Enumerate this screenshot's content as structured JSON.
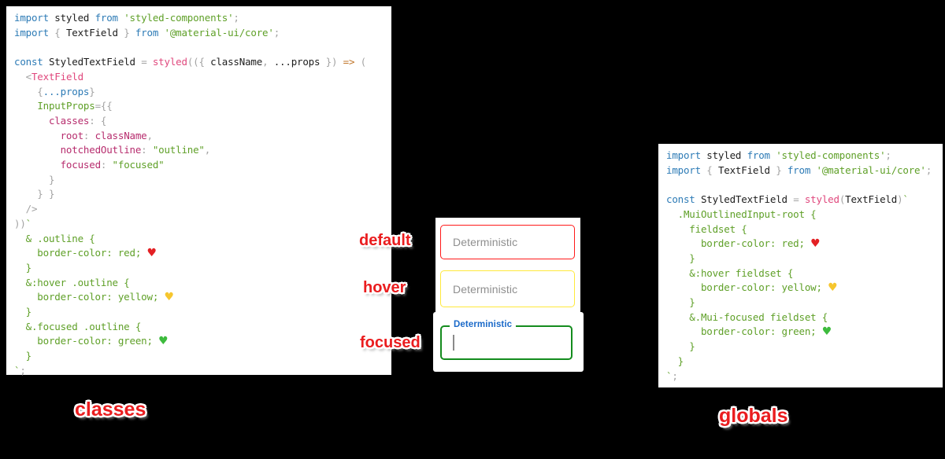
{
  "page": {
    "background": "#000000"
  },
  "theme": {
    "keyword_blue": "#2d7bb6",
    "string_green": "#5fa028",
    "call_pink": "#e0487d",
    "property_magenta": "#b72d6e",
    "punctuation_gray": "#a3a3a3",
    "arrow_orange": "#c0762b",
    "heart_red": "#e32024",
    "heart_yellow": "#f6c62e",
    "heart_green": "#3dbb3d"
  },
  "icons": {
    "heart": "♥"
  },
  "panels": {
    "left_code": {
      "lines": [
        [
          [
            "k",
            "import "
          ],
          [
            "d",
            "styled "
          ],
          [
            "k",
            "from "
          ],
          [
            "s",
            "'styled-components'"
          ],
          [
            "g",
            ";"
          ]
        ],
        [
          [
            "k",
            "import "
          ],
          [
            "g",
            "{ "
          ],
          [
            "d",
            "TextField"
          ],
          [
            "g",
            " } "
          ],
          [
            "k",
            "from "
          ],
          [
            "s",
            "'@material-ui/core'"
          ],
          [
            "g",
            ";"
          ]
        ],
        [],
        [
          [
            "k",
            "const "
          ],
          [
            "d",
            "StyledTextField "
          ],
          [
            "g",
            "= "
          ],
          [
            "pk",
            "styled"
          ],
          [
            "g",
            "(({ "
          ],
          [
            "d",
            "className"
          ],
          [
            "g",
            ", "
          ],
          [
            "d",
            "...props"
          ],
          [
            "g",
            " }) "
          ],
          [
            "o",
            "=> "
          ],
          [
            "g",
            "("
          ]
        ],
        [
          [
            "g",
            "  <"
          ],
          [
            "pk",
            "TextField"
          ]
        ],
        [
          [
            "g",
            "    {"
          ],
          [
            "k",
            "...props"
          ],
          [
            "g",
            "}"
          ]
        ],
        [
          [
            "g",
            "    "
          ],
          [
            "s",
            "InputProps"
          ],
          [
            "g",
            "={{"
          ]
        ],
        [
          [
            "g",
            "      "
          ],
          [
            "mg",
            "classes"
          ],
          [
            "g",
            ": {"
          ]
        ],
        [
          [
            "g",
            "        "
          ],
          [
            "mg",
            "root"
          ],
          [
            "g",
            ": "
          ],
          [
            "mg",
            "className"
          ],
          [
            "g",
            ","
          ]
        ],
        [
          [
            "g",
            "        "
          ],
          [
            "mg",
            "notchedOutline"
          ],
          [
            "g",
            ": "
          ],
          [
            "s",
            "\"outline\""
          ],
          [
            "g",
            ","
          ]
        ],
        [
          [
            "g",
            "        "
          ],
          [
            "mg",
            "focused"
          ],
          [
            "g",
            ": "
          ],
          [
            "s",
            "\"focused\""
          ]
        ],
        [
          [
            "g",
            "      }"
          ]
        ],
        [
          [
            "g",
            "    } }"
          ]
        ],
        [
          [
            "g",
            "  />"
          ]
        ],
        [
          [
            "g",
            "))"
          ],
          [
            "s",
            "`"
          ]
        ],
        [
          [
            "s",
            "  & .outline {"
          ]
        ],
        [
          [
            "s",
            "    border-color: red; "
          ],
          [
            "hr",
            "♥"
          ]
        ],
        [
          [
            "s",
            "  }"
          ]
        ],
        [
          [
            "s",
            "  &:hover .outline {"
          ]
        ],
        [
          [
            "s",
            "    border-color: yellow; "
          ],
          [
            "hy",
            "♥"
          ]
        ],
        [
          [
            "s",
            "  }"
          ]
        ],
        [
          [
            "s",
            "  &.focused .outline {"
          ]
        ],
        [
          [
            "s",
            "    border-color: green; "
          ],
          [
            "hg",
            "♥"
          ]
        ],
        [
          [
            "s",
            "  }"
          ]
        ],
        [
          [
            "s",
            "`"
          ],
          [
            "g",
            ";"
          ]
        ]
      ]
    },
    "right_code": {
      "lines": [
        [
          [
            "k",
            "import "
          ],
          [
            "d",
            "styled "
          ],
          [
            "k",
            "from "
          ],
          [
            "s",
            "'styled-components'"
          ],
          [
            "g",
            ";"
          ]
        ],
        [
          [
            "k",
            "import "
          ],
          [
            "g",
            "{ "
          ],
          [
            "d",
            "TextField"
          ],
          [
            "g",
            " } "
          ],
          [
            "k",
            "from "
          ],
          [
            "s",
            "'@material-ui/core'"
          ],
          [
            "g",
            ";"
          ]
        ],
        [],
        [
          [
            "k",
            "const "
          ],
          [
            "d",
            "StyledTextField "
          ],
          [
            "g",
            "= "
          ],
          [
            "pk",
            "styled"
          ],
          [
            "g",
            "("
          ],
          [
            "d",
            "TextField"
          ],
          [
            "g",
            ")"
          ],
          [
            "s",
            "`"
          ]
        ],
        [
          [
            "s",
            "  .MuiOutlinedInput-root {"
          ]
        ],
        [
          [
            "s",
            "    fieldset {"
          ]
        ],
        [
          [
            "s",
            "      border-color: red; "
          ],
          [
            "hr",
            "♥"
          ]
        ],
        [
          [
            "s",
            "    }"
          ]
        ],
        [
          [
            "s",
            "    &:hover fieldset {"
          ]
        ],
        [
          [
            "s",
            "      border-color: yellow; "
          ],
          [
            "hy",
            "♥"
          ]
        ],
        [
          [
            "s",
            "    }"
          ]
        ],
        [
          [
            "s",
            "    &.Mui-focused fieldset {"
          ]
        ],
        [
          [
            "s",
            "      border-color: green; "
          ],
          [
            "hg",
            "♥"
          ]
        ],
        [
          [
            "s",
            "    }"
          ]
        ],
        [
          [
            "s",
            "  }"
          ]
        ],
        [
          [
            "s",
            "`"
          ],
          [
            "g",
            ";"
          ]
        ]
      ]
    }
  },
  "middle": {
    "states": {
      "default_label": "default",
      "hover_label": "hover",
      "focused_label": "focused"
    },
    "fields": {
      "default": {
        "placeholder": "Deterministic",
        "border_color": "#ff1a1a"
      },
      "hover": {
        "placeholder": "Deterministic",
        "border_color": "#ffe93b"
      },
      "focused": {
        "label": "Deterministic",
        "border_color": "#148c1e",
        "label_color": "#1b6ac9"
      }
    }
  },
  "captions": {
    "left": "classes",
    "right": "globals"
  }
}
